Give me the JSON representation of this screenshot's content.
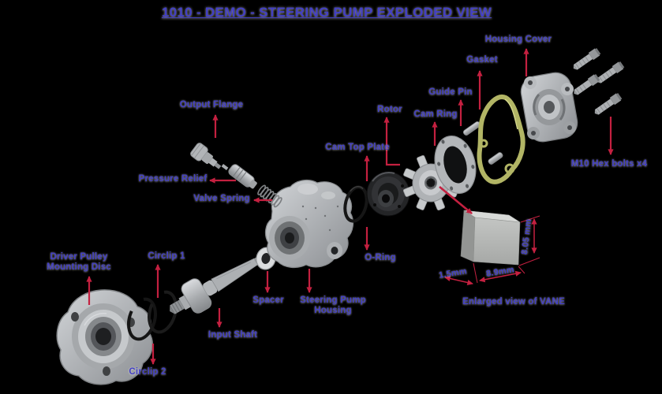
{
  "title": "1010 - DEMO - STEERING PUMP EXPLODED VIEW",
  "colors": {
    "background": "#000000",
    "label_text": "#423fc4",
    "arrow": "#c42040",
    "gasket": "#b2b565",
    "metal_light": "#cdd0d3",
    "metal_dark": "#85888b"
  },
  "labels": {
    "housing_cover": "Housing Cover",
    "gasket": "Gasket",
    "guide_pin": "Guide Pin",
    "rotor": "Rotor",
    "cam_ring": "Cam Ring",
    "cam_top_plate": "Cam Top Plate",
    "output_flange": "Output Flange",
    "pressure_relief": "Pressure Relief",
    "valve_spring": "Valve Spring",
    "m10_bolts": "M10 Hex bolts x4",
    "o_ring": "O-Ring",
    "driver_pulley_line1": "Driver Pulley",
    "driver_pulley_line2": "Mounting Disc",
    "circlip_1": "Circlip 1",
    "circlip_2": "Circlip 2",
    "spacer": "Spacer",
    "pump_housing_line1": "Steering Pump",
    "pump_housing_line2": "Housing",
    "input_shaft": "Input Shaft",
    "enlarged_vane": "Enlarged view of VANE"
  },
  "dimensions": {
    "thickness": "1.5mm",
    "width": "8.9mm",
    "height": "8.05 mm"
  }
}
